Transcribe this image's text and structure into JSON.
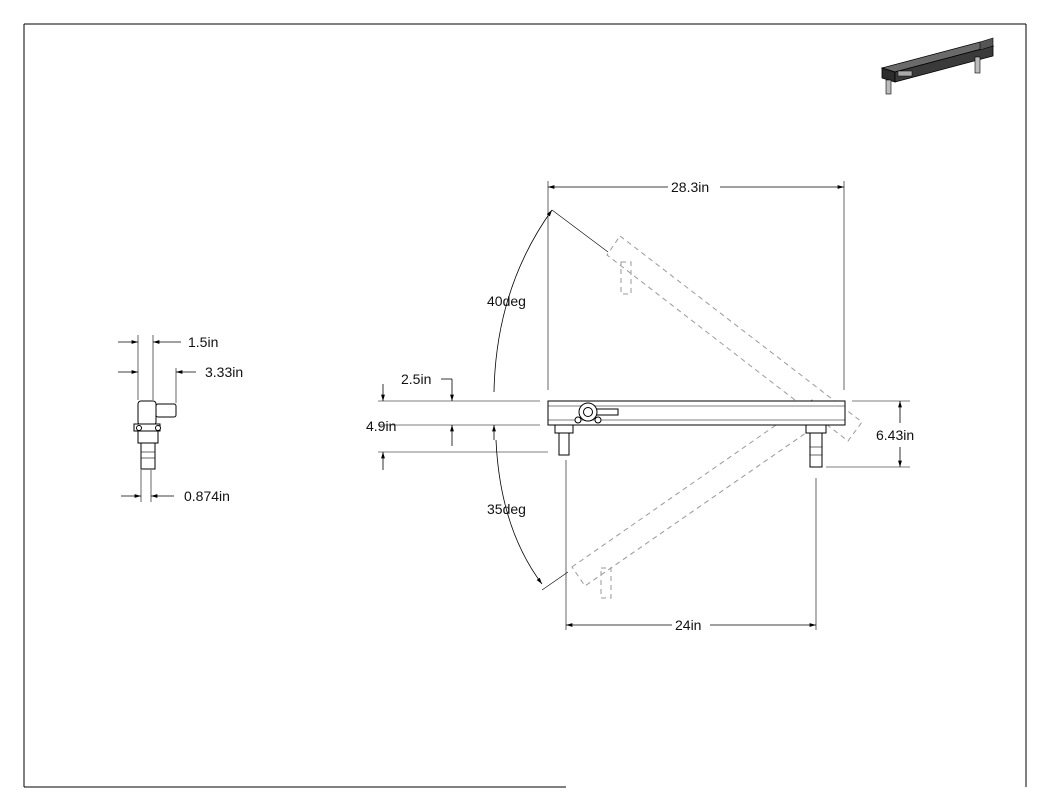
{
  "dimensions": {
    "left_top_width": "1.5in",
    "left_overall_width": "3.33in",
    "left_bottom_width": "0.874in",
    "main_top_width": "28.3in",
    "main_bottom_width": "24in",
    "main_upper_offset": "2.5in",
    "main_lower_offset": "4.9in",
    "main_right_height": "6.43in",
    "angle_up": "40deg",
    "angle_down": "35deg"
  },
  "colors": {
    "line": "#000000",
    "ghost": "#9a9a9a",
    "thumbnail_body": "#3a3a3a"
  }
}
